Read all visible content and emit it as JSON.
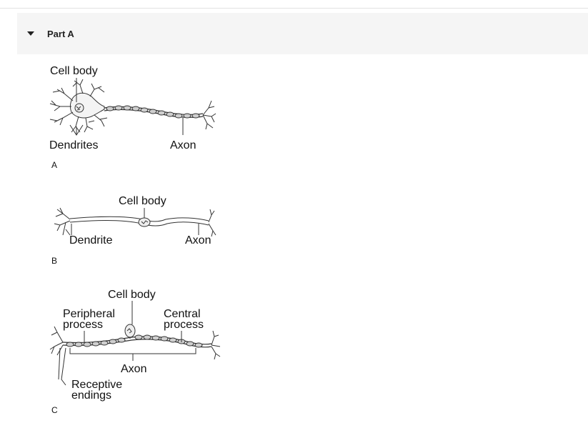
{
  "section": {
    "title": "Part A"
  },
  "figure": {
    "panel_a": {
      "letter": "A",
      "cell_body": "Cell body",
      "dendrites": "Dendrites",
      "axon": "Axon"
    },
    "panel_b": {
      "letter": "B",
      "cell_body": "Cell body",
      "dendrite": "Dendrite",
      "axon": "Axon"
    },
    "panel_c": {
      "letter": "C",
      "cell_body": "Cell body",
      "peripheral_l1": "Peripheral",
      "peripheral_l2": "process",
      "central_l1": "Central",
      "central_l2": "process",
      "axon": "Axon",
      "receptive_l1": "Receptive",
      "receptive_l2": "endings"
    }
  }
}
